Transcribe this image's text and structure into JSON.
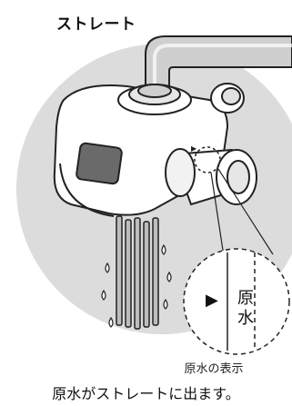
{
  "title": "ストレート",
  "zoom": {
    "mode_char_1": "原",
    "mode_char_2": "水",
    "label": "原水の表示"
  },
  "caption": "原水がストレートに出ます。",
  "colors": {
    "background_circle": "#dcdcdc",
    "outline": "#222222",
    "body": "#ffffff"
  }
}
